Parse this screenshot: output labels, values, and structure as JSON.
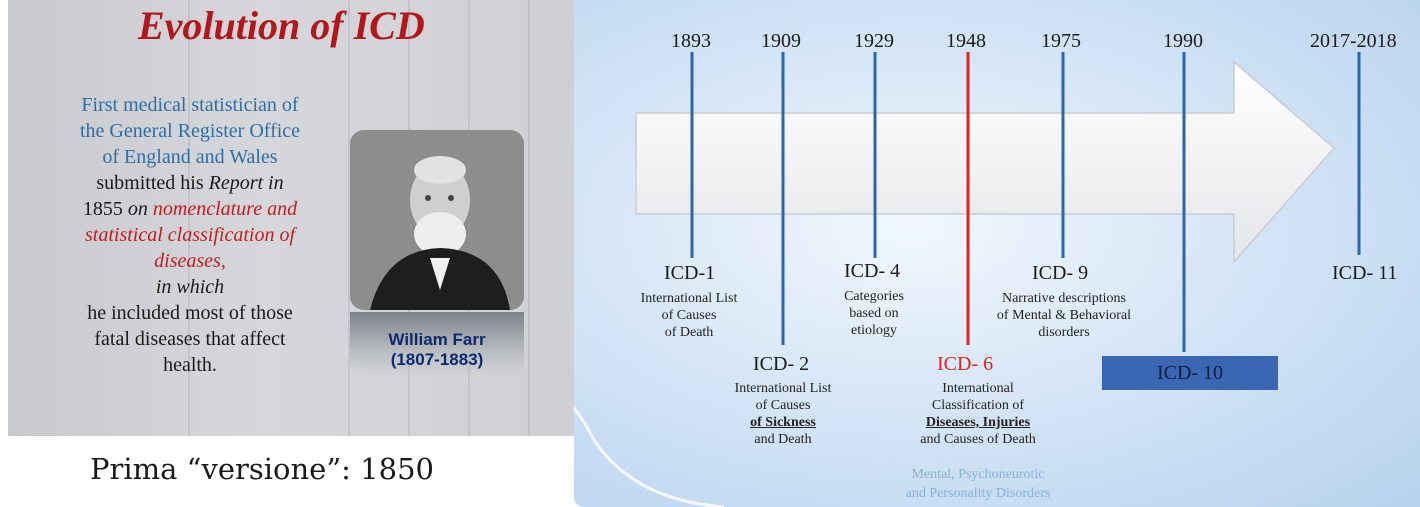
{
  "left": {
    "title": "Evolution of ICD",
    "line1": "First medical statistician of",
    "line2": "the General Register Office",
    "line3": "of England and Wales",
    "line4": "submitted his",
    "line4b": "Report in",
    "line5a": "1855",
    "line5b": "on",
    "line5c": "nomenclature and",
    "line6": "statistical classification of",
    "line7": "diseases,",
    "line8": "in which",
    "line9": "he included most of those",
    "line10": "fatal diseases that affect",
    "line11": "health.",
    "portrait_name": "William Farr",
    "portrait_dates": "(1807-1883)",
    "caption": "Prima “versione”: 1850"
  },
  "timeline": {
    "years": [
      "1893",
      "1909",
      "1929",
      "1948",
      "1975",
      "1990",
      "2017-2018"
    ],
    "icd1": {
      "label": "ICD-1",
      "desc": [
        "International List",
        "of Causes",
        "of Death"
      ]
    },
    "icd2": {
      "label": "ICD- 2",
      "desc1": "International List",
      "desc2": "of Causes",
      "desc3": "of Sickness",
      "desc4": "and Death"
    },
    "icd4": {
      "label": "ICD- 4",
      "desc": [
        "Categories",
        "based on",
        "etiology"
      ]
    },
    "icd6": {
      "label": "ICD- 6",
      "desc1": "International",
      "desc2": "Classification of",
      "desc3": "Diseases, Injuries",
      "desc4": "and Causes of Death"
    },
    "icd9": {
      "label": "ICD- 9",
      "desc": [
        "Narrative descriptions",
        "of Mental & Behavioral",
        "disorders"
      ]
    },
    "icd10": {
      "label": "ICD- 10"
    },
    "icd11": {
      "label": "ICD- 11"
    },
    "mental_note1": "Mental, Psychoneurotic",
    "mental_note2": "and Personality Disorders"
  },
  "colors": {
    "line_blue": "#2f66a7",
    "line_red": "#e0241c",
    "title_red": "#b3171b",
    "box_blue": "#3a67b3"
  }
}
